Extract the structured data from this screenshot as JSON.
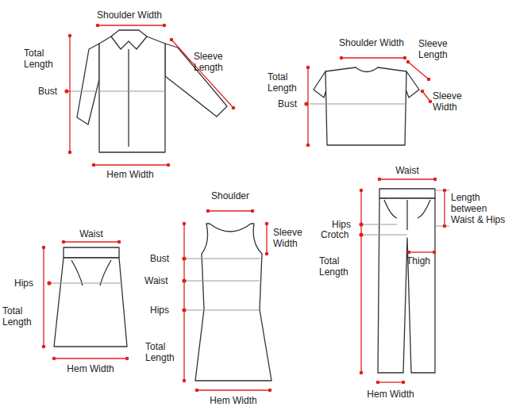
{
  "diagram": {
    "labels": [
      "Shoulder Width",
      "Total Length",
      "Sleeve Length",
      "Bust",
      "Hem Width",
      "Shoulder Width",
      "Sleeve Length",
      "Total Length",
      "Bust",
      "Sleeve Width",
      "Waist",
      "Hips",
      "Total Length",
      "Hem Width",
      "Shoulder",
      "Sleeve Width",
      "Bust",
      "Waist",
      "Hips",
      "Total Length",
      "Hem Width",
      "Waist",
      "Length between Waist & Hips",
      "Hips",
      "Crotch",
      "Total Length",
      "Thigh",
      "Hem Width"
    ]
  }
}
